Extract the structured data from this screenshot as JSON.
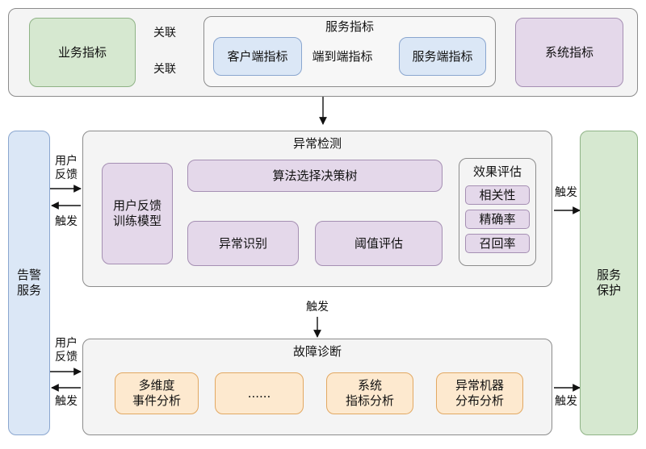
{
  "top": {
    "business": "业务指标",
    "relate_top": "关联",
    "relate_bottom": "关联",
    "service_group": "服务指标",
    "client": "客户端指标",
    "e2e": "端到端指标",
    "server": "服务端指标",
    "system": "系统指标"
  },
  "alarm": {
    "label_line1": "告警",
    "label_line2": "服务"
  },
  "protect": {
    "label_line1": "服务",
    "label_line2": "保护"
  },
  "anomaly": {
    "title": "异常检测",
    "feedback_model_line1": "用户反馈",
    "feedback_model_line2": "训练模型",
    "tree": "算法选择决策树",
    "recognize": "异常识别",
    "threshold": "阈值评估",
    "eval_title": "效果评估",
    "eval_items": [
      "相关性",
      "精确率",
      "召回率"
    ],
    "fb_line1": "用户",
    "fb_line2": "反馈",
    "trigger_left": "触发",
    "trigger_right": "触发"
  },
  "middle": {
    "trigger": "触发"
  },
  "diagnosis": {
    "title": "故障诊断",
    "items": [
      {
        "line1": "多维度",
        "line2": "事件分析"
      },
      {
        "line1": "......",
        "line2": ""
      },
      {
        "line1": "系统",
        "line2": "指标分析"
      },
      {
        "line1": "异常机器",
        "line2": "分布分析"
      }
    ],
    "fb_line1": "用户",
    "fb_line2": "反馈",
    "trigger_left": "触发",
    "trigger_right": "触发"
  }
}
